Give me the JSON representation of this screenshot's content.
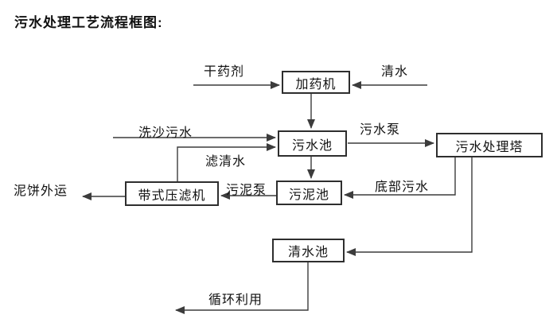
{
  "title": "污水处理工艺流程框图:",
  "colors": {
    "line": "#3c3c3c",
    "border": "#2e2e2e",
    "text": "#111111",
    "background": "#ffffff"
  },
  "nodes": {
    "dosing_machine": "加药机",
    "sewage_pool": "污水池",
    "treatment_tower": "污水处理塔",
    "sludge_pool": "污泥池",
    "belt_filter_press": "带式压滤机",
    "clean_water_pool": "清水池"
  },
  "labels": {
    "dry_agent": "干药剂",
    "clean_water": "清水",
    "sand_washing_sewage": "洗沙污水",
    "sewage_pump": "污水泵",
    "filtered_water": "滤清水",
    "sludge_pump": "污泥泵",
    "mud_cake_out": "泥饼外运",
    "bottom_sewage": "底部污水",
    "recycle_use": "循环利用"
  },
  "connections": [
    "干药剂 → 加药机",
    "清水 → 加药机",
    "加药机 → 污水池",
    "洗沙污水 → 污水池",
    "带式压滤机 → 污水池 (滤清水)",
    "污水池 → 污水处理塔 (污水泵)",
    "污水池 → 污泥池",
    "污水处理塔 → 污泥池 (底部污水)",
    "污泥池 → 带式压滤机 (污泥泵)",
    "带式压滤机 → 泥饼外运",
    "污水处理塔 → 清水池",
    "清水池 → 循环利用"
  ]
}
